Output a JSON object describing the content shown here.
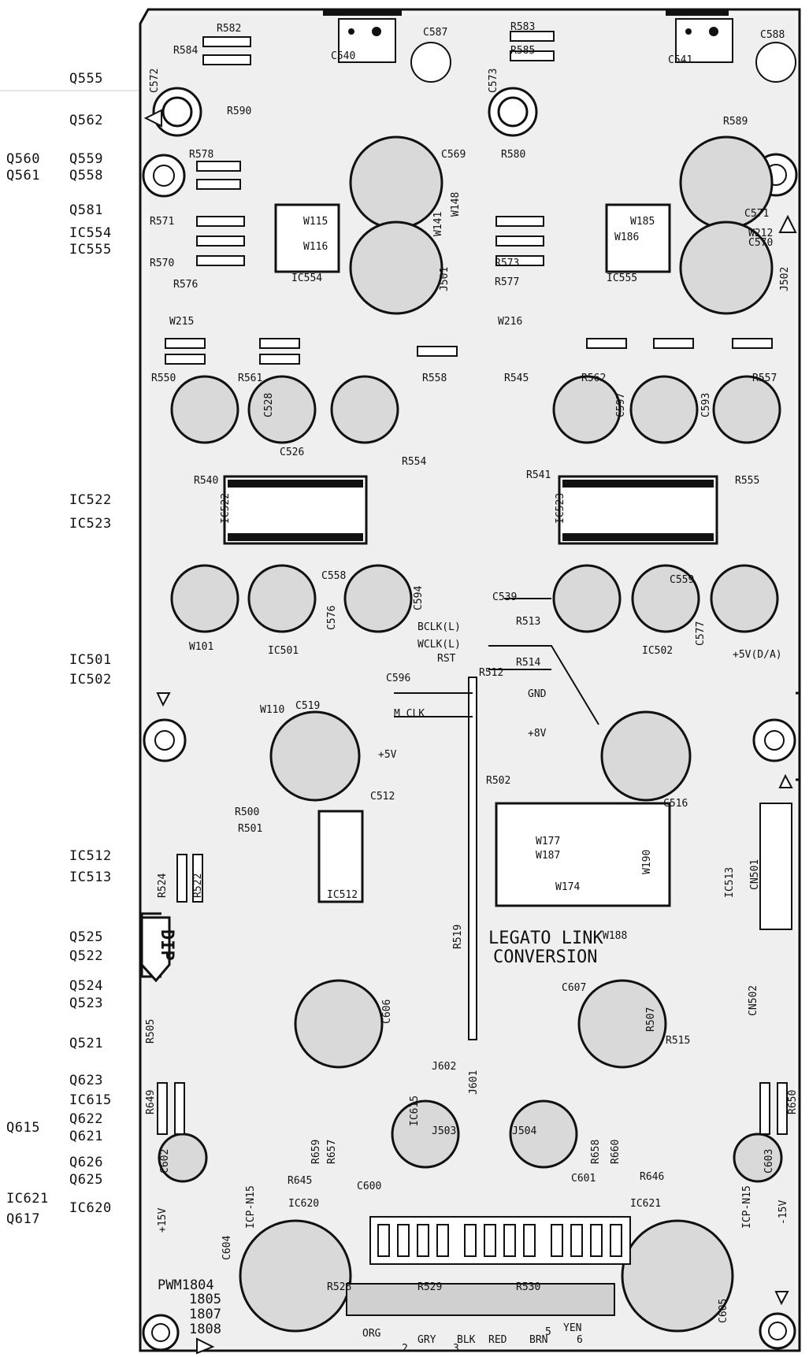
{
  "side_labels": {
    "q555": "Q555",
    "q562": "Q562",
    "q560": "Q560",
    "q559": "Q559",
    "q561": "Q561",
    "q558": "Q558",
    "q581": "Q581",
    "ic554": "IC554",
    "ic555": "IC555",
    "ic522": "IC522",
    "ic523": "IC523",
    "ic501": "IC501",
    "ic502": "IC502",
    "ic512": "IC512",
    "ic513": "IC513",
    "q525": "Q525",
    "q522": "Q522",
    "q524": "Q524",
    "q523": "Q523",
    "q521": "Q521",
    "q623": "Q623",
    "ic615": "IC615",
    "q615": "Q615",
    "q622": "Q622",
    "q621": "Q621",
    "q626": "Q626",
    "q625": "Q625",
    "ic621": "IC621",
    "ic620": "IC620",
    "q617": "Q617"
  },
  "board": {
    "legato_line1": "LEGATO LINK",
    "legato_line2": "CONVERSION",
    "dip": "DIP",
    "pwm": "PWM1804",
    "pwm_1805": "1805",
    "pwm_1807": "1807",
    "pwm_1808": "1808",
    "plus15v": "+15V",
    "minus15v": "-15V",
    "icp_left": "ICP-N15",
    "icp_right": "ICP-N15",
    "bclk": "BCLK(L)",
    "wclk": "WCLK(L)",
    "rst": "RST",
    "gnd": "GND",
    "mclk": "M CLK",
    "plus8v": "+8V",
    "plus5v": "+5V",
    "plus5v_da": "+5V(D/A)",
    "wire_colors": [
      "ORG",
      "GRY",
      "BLK",
      "RED",
      "BRN",
      "YEN"
    ],
    "legend_nums": [
      "2",
      "3",
      "5",
      "6"
    ],
    "ic_labels": [
      "IC522",
      "IC523",
      "IC554",
      "IC555",
      "IC501",
      "IC502",
      "IC512",
      "IC513",
      "IC615",
      "IC620",
      "IC621"
    ],
    "connectors": [
      "CN501",
      "CN502",
      "J501",
      "J502",
      "J503",
      "J504",
      "J601",
      "J602"
    ],
    "cap_labels": [
      "C572",
      "C573",
      "C540",
      "C541",
      "C587",
      "C588",
      "C569",
      "C570",
      "C571",
      "C528",
      "C526",
      "C558",
      "C576",
      "C594",
      "C597",
      "C593",
      "C559",
      "C577",
      "C519",
      "C516",
      "C600",
      "C601",
      "C606",
      "C607",
      "C604",
      "C605",
      "C602",
      "C603",
      "C539",
      "C596",
      "C512"
    ],
    "res_labels": [
      "R582",
      "R584",
      "R583",
      "R585",
      "R590",
      "R589",
      "R578",
      "R580",
      "R571",
      "R570",
      "R576",
      "R573",
      "R577",
      "R550",
      "R561",
      "R558",
      "R545",
      "R562",
      "R557",
      "R540",
      "R554",
      "R555",
      "R541",
      "R513",
      "R514",
      "R512",
      "R502",
      "R500",
      "R501",
      "R524",
      "R522",
      "R519",
      "R505",
      "R649",
      "R650",
      "R645",
      "R646",
      "R657",
      "R659",
      "R658",
      "R660",
      "R528",
      "R529",
      "R530",
      "R515",
      "R507"
    ],
    "sheet_marks": [
      "W101",
      "W110",
      "W115",
      "W116",
      "W148",
      "W141",
      "W185",
      "W186",
      "W212",
      "W215",
      "W216",
      "W174",
      "W177",
      "W187",
      "W188",
      "W190"
    ]
  }
}
